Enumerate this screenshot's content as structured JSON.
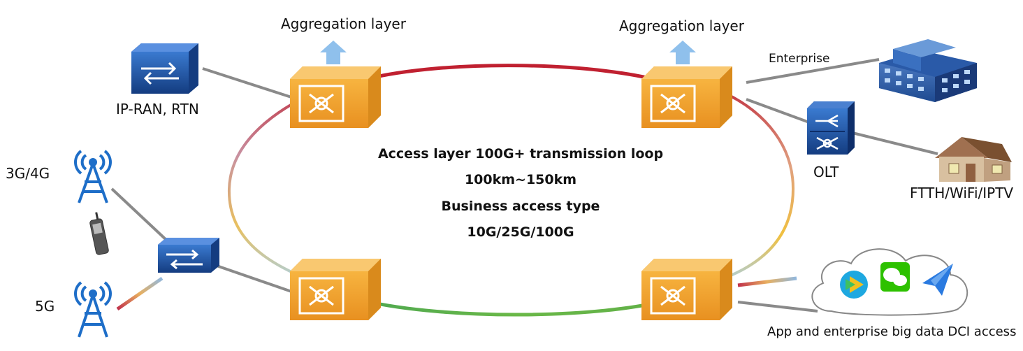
{
  "labels": {
    "agg_left": "Aggregation layer",
    "agg_right": "Aggregation layer",
    "ipran": "IP-RAN, RTN",
    "g34": "3G/4G",
    "g5": "5G",
    "enterprise": "Enterprise",
    "olt": "OLT",
    "ftth": "FTTH/WiFi/IPTV",
    "app_dci": "App and enterprise big data DCI access"
  },
  "center": {
    "line1": "Access layer 100G+ transmission loop",
    "line2": "100km~150km",
    "line3": "Business access type",
    "line4": "10G/25G/100G"
  },
  "colors": {
    "node_orange": "#f0a030",
    "ring_top": "#c8202a",
    "ring_bottom": "#5aa84a",
    "ring_side_yellow": "#e8c050",
    "ring_side_blue": "#a0c8e0",
    "switch_blue": "#1e5aa8",
    "arrow_blue": "#7fb2e0"
  }
}
